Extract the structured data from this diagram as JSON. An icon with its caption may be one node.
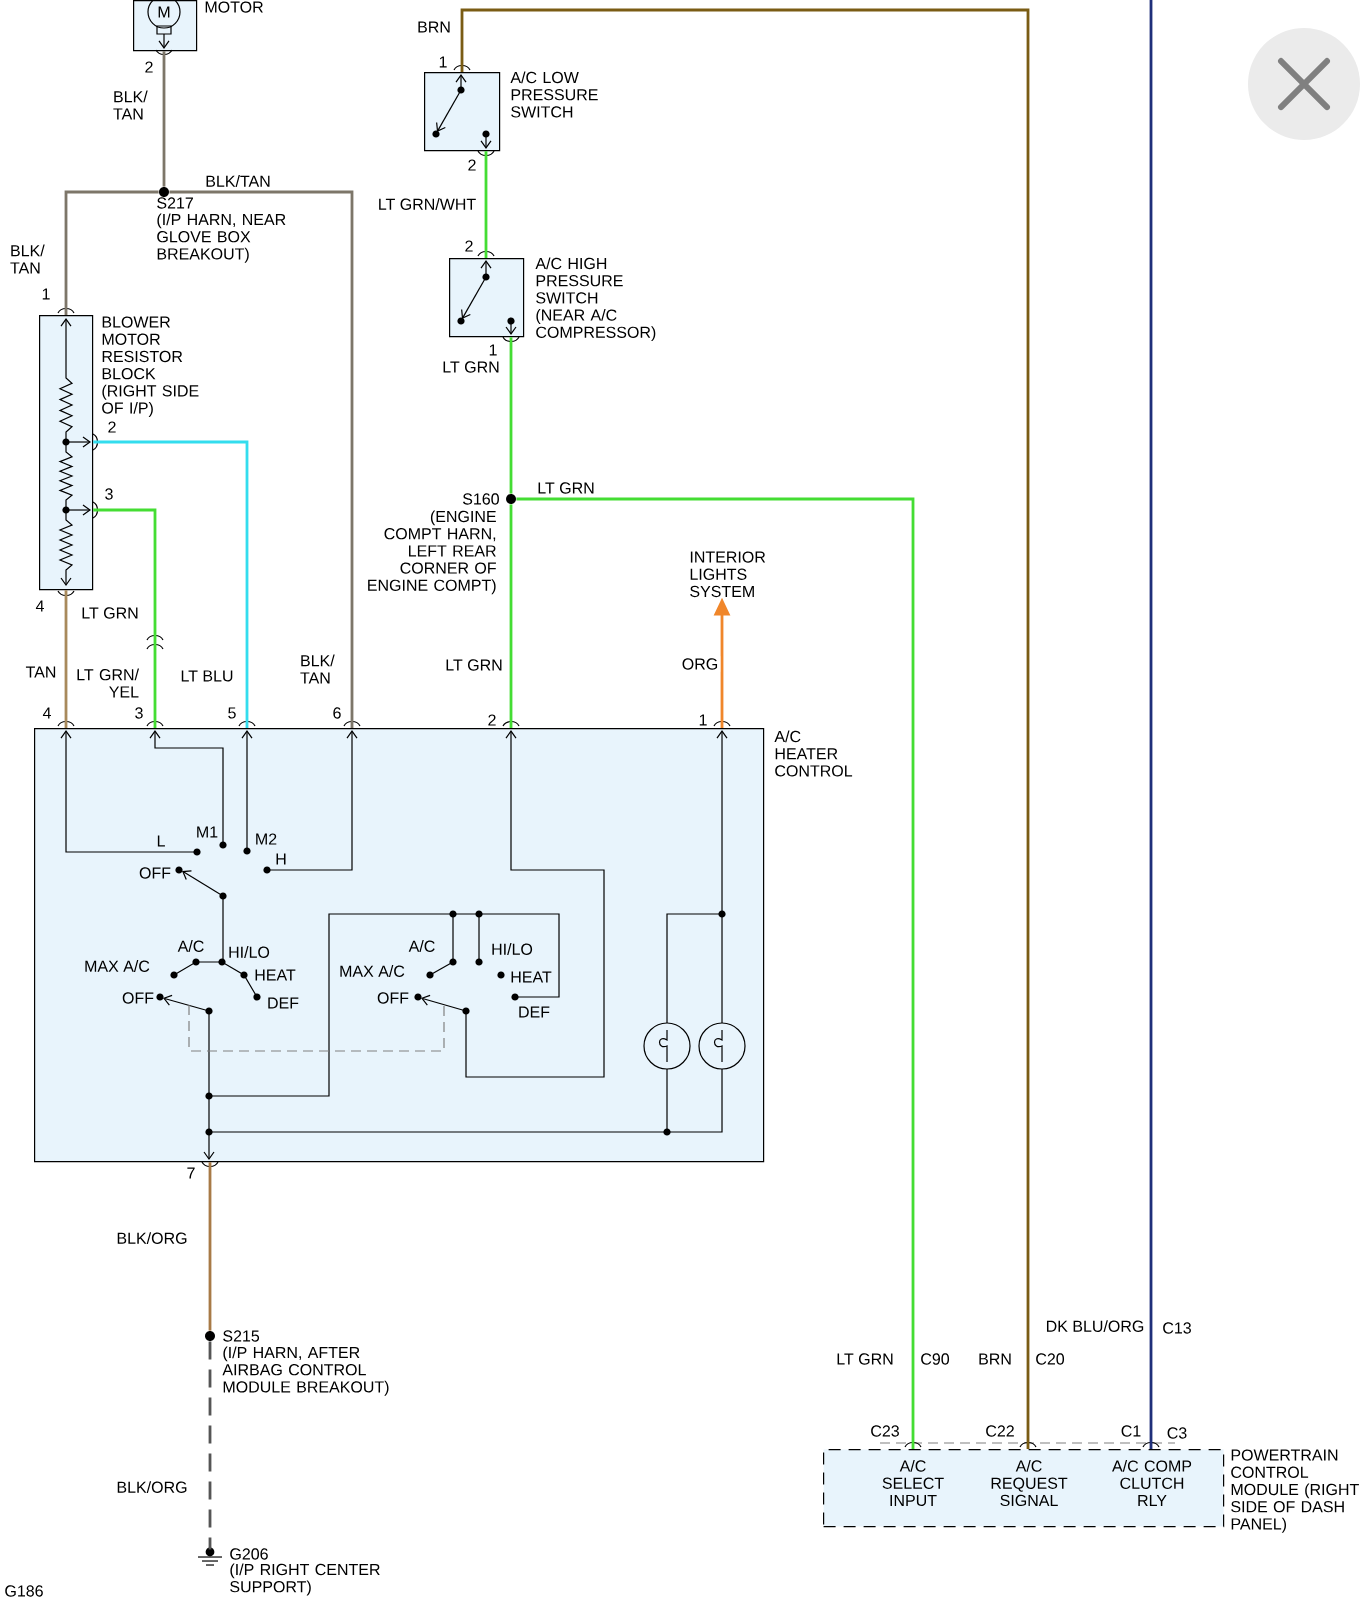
{
  "diagram": {
    "nodes": [
      {
        "text": [
          "M"
        ],
        "beside": [
          "MOTOR"
        ]
      },
      {
        "text": [],
        "shape": "circle",
        "beside": [
          "S217",
          "(I/P HARN, NEAR GLOVE BOX BREAKOUT)"
        ]
      },
      {
        "text": [
          "BLOWER MOTOR RESISTOR BLOCK (RIGHT SIDE OF I/P)"
        ]
      },
      {
        "text": [
          "A/C LOW PRESSURE SWITCH"
        ]
      },
      {
        "text": [
          "A/C HIGH PRESSURE SWITCH (NEAR A/C COMPRESSOR)"
        ]
      },
      {
        "text": [],
        "shape": "circle",
        "beside": [
          "S160",
          "(ENGINE COMPT HARN, LEFT REAR CORNER OF ENGINE COMPT)"
        ]
      },
      {
        "text": [
          "INTERIOR LIGHTS SYSTEM"
        ]
      },
      {
        "text": [
          "A/C HEATER CONTROL"
        ]
      },
      {
        "text": [],
        "shape": "circle",
        "beside": [
          "S215",
          "(I/P HARN, AFTER AIRBAG CONTROL MODULE BREAKOUT)"
        ]
      },
      {
        "text": [],
        "shape": "ground",
        "beside": [
          "G206",
          "(I/P RIGHT CENTER SUPPORT)"
        ]
      },
      {
        "text": [
          "POWERTRAIN CONTROL MODULE (RIGHT SIDE OF DASH PANEL)",
          "A/C SELECT INPUT",
          "A/C REQUEST SIGNAL",
          "A/C COMP CLUTCH RLY"
        ]
      }
    ],
    "edges": [
      {
        "from": 0,
        "to": 1,
        "arrow": "none",
        "label": "BLK/ TAN",
        "color": "#7d7669"
      },
      {
        "from": 1,
        "to": 2,
        "arrow": "none",
        "label": "BLK/ TAN",
        "color": "#7d7669"
      },
      {
        "from": 1,
        "to": 7,
        "arrow": "none",
        "label": "BLK/TAN",
        "color": "#7d7669"
      },
      {
        "from": 2,
        "to": 7,
        "arrow": "none",
        "label": "LT BLU",
        "color": "#33ddee"
      },
      {
        "from": 2,
        "to": 7,
        "arrow": "none",
        "label": "LT GRN",
        "color": "#44dd33"
      },
      {
        "from": 2,
        "to": 7,
        "arrow": "none",
        "label": "TAN",
        "color": "#a88a5c"
      },
      {
        "from": 3,
        "to": 10,
        "arrow": "none",
        "label": "BRN",
        "color": "#7a5c14"
      },
      {
        "from": 3,
        "to": 4,
        "arrow": "none",
        "label": "LT GRN/WHT",
        "color": "#44dd33"
      },
      {
        "from": 4,
        "to": 5,
        "arrow": "none",
        "label": "LT GRN",
        "color": "#44dd33"
      },
      {
        "from": 5,
        "to": 7,
        "arrow": "none",
        "label": "LT GRN",
        "color": "#44dd33"
      },
      {
        "from": 5,
        "to": 10,
        "arrow": "none",
        "label": "LT GRN",
        "color": "#44dd33"
      },
      {
        "from": 7,
        "to": 6,
        "arrow": "to",
        "label": "ORG",
        "color": "#f0862a"
      },
      {
        "from": 7,
        "to": 8,
        "arrow": "none",
        "label": "BLK/ORG",
        "color": "#a87a46"
      },
      {
        "from": 8,
        "to": 9,
        "arrow": "none",
        "label": "BLK/ORG",
        "style": "dashed",
        "color": "#555555"
      },
      {
        "from": null,
        "to": 10,
        "arrow": "none",
        "label": "DK BLU/ORG",
        "color": "#1f2f7a"
      }
    ],
    "labels": [
      "2",
      "1",
      "2",
      "1",
      "2",
      "1",
      "2",
      "3",
      "4",
      "LT GRN/ YEL",
      "BLK/ TAN",
      "4",
      "3",
      "5",
      "6",
      "2",
      "1",
      "L",
      "M1",
      "M2",
      "H",
      "OFF",
      "A/C",
      "HI/LO",
      "MAX A/C",
      "HEAT",
      "OFF",
      "DEF",
      "A/C",
      "HI/LO",
      "MAX A/C",
      "HEAT",
      "OFF",
      "DEF",
      "7",
      "C13",
      "LT GRN",
      "C90",
      "BRN",
      "C20",
      "C23",
      "C22",
      "C1",
      "C3",
      "G186"
    ]
  }
}
